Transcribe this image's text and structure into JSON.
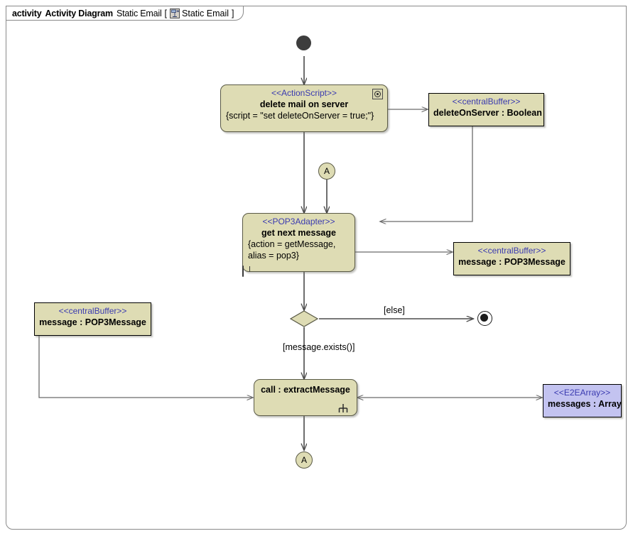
{
  "frame": {
    "keyword": "activity",
    "diagram_type": "Activity Diagram",
    "name": "Static Email",
    "bracket_open": "[",
    "bracket_close": "]",
    "qualified_name": "Static Email",
    "icon": "activity-diagram-icon"
  },
  "nodes": {
    "initial": {
      "name": "initial-node"
    },
    "delete_mail": {
      "stereotype": "<<ActionScript>>",
      "name": "delete mail on server",
      "body": "{script = \"set deleteOnServer = true;\"}",
      "icon": "script-icon"
    },
    "delete_on_server_buffer": {
      "stereotype": "<<centralBuffer>>",
      "name": "deleteOnServer : Boolean"
    },
    "connector_top": {
      "label": "A"
    },
    "get_next_message": {
      "stereotype": "<<POP3Adapter>>",
      "name": "get next message",
      "body_line1": "{action = getMessage,",
      "body_line2": "alias = pop3}",
      "icon": "adapter-pill-icon"
    },
    "message_buffer_right": {
      "stereotype": "<<centralBuffer>>",
      "name": "message : POP3Message"
    },
    "message_buffer_left": {
      "stereotype": "<<centralBuffer>>",
      "name": "message : POP3Message"
    },
    "decision": {
      "name": "decision-node"
    },
    "final": {
      "name": "activity-final-node"
    },
    "call_extract": {
      "name": "call : extractMessage",
      "icon": "rake-icon"
    },
    "messages_array": {
      "stereotype": "<<E2EArray>>",
      "name": "messages : Array"
    },
    "connector_bottom": {
      "label": "A"
    }
  },
  "edge_labels": {
    "else": "[else]",
    "message_exists": "[message.exists()]"
  },
  "colors": {
    "node_fill": "#dedcb4",
    "array_fill": "#c3c3f0",
    "stereotype_text": "#3a3ab0",
    "edge": "#4a4a4a",
    "frame_border": "#8a8a8a"
  }
}
